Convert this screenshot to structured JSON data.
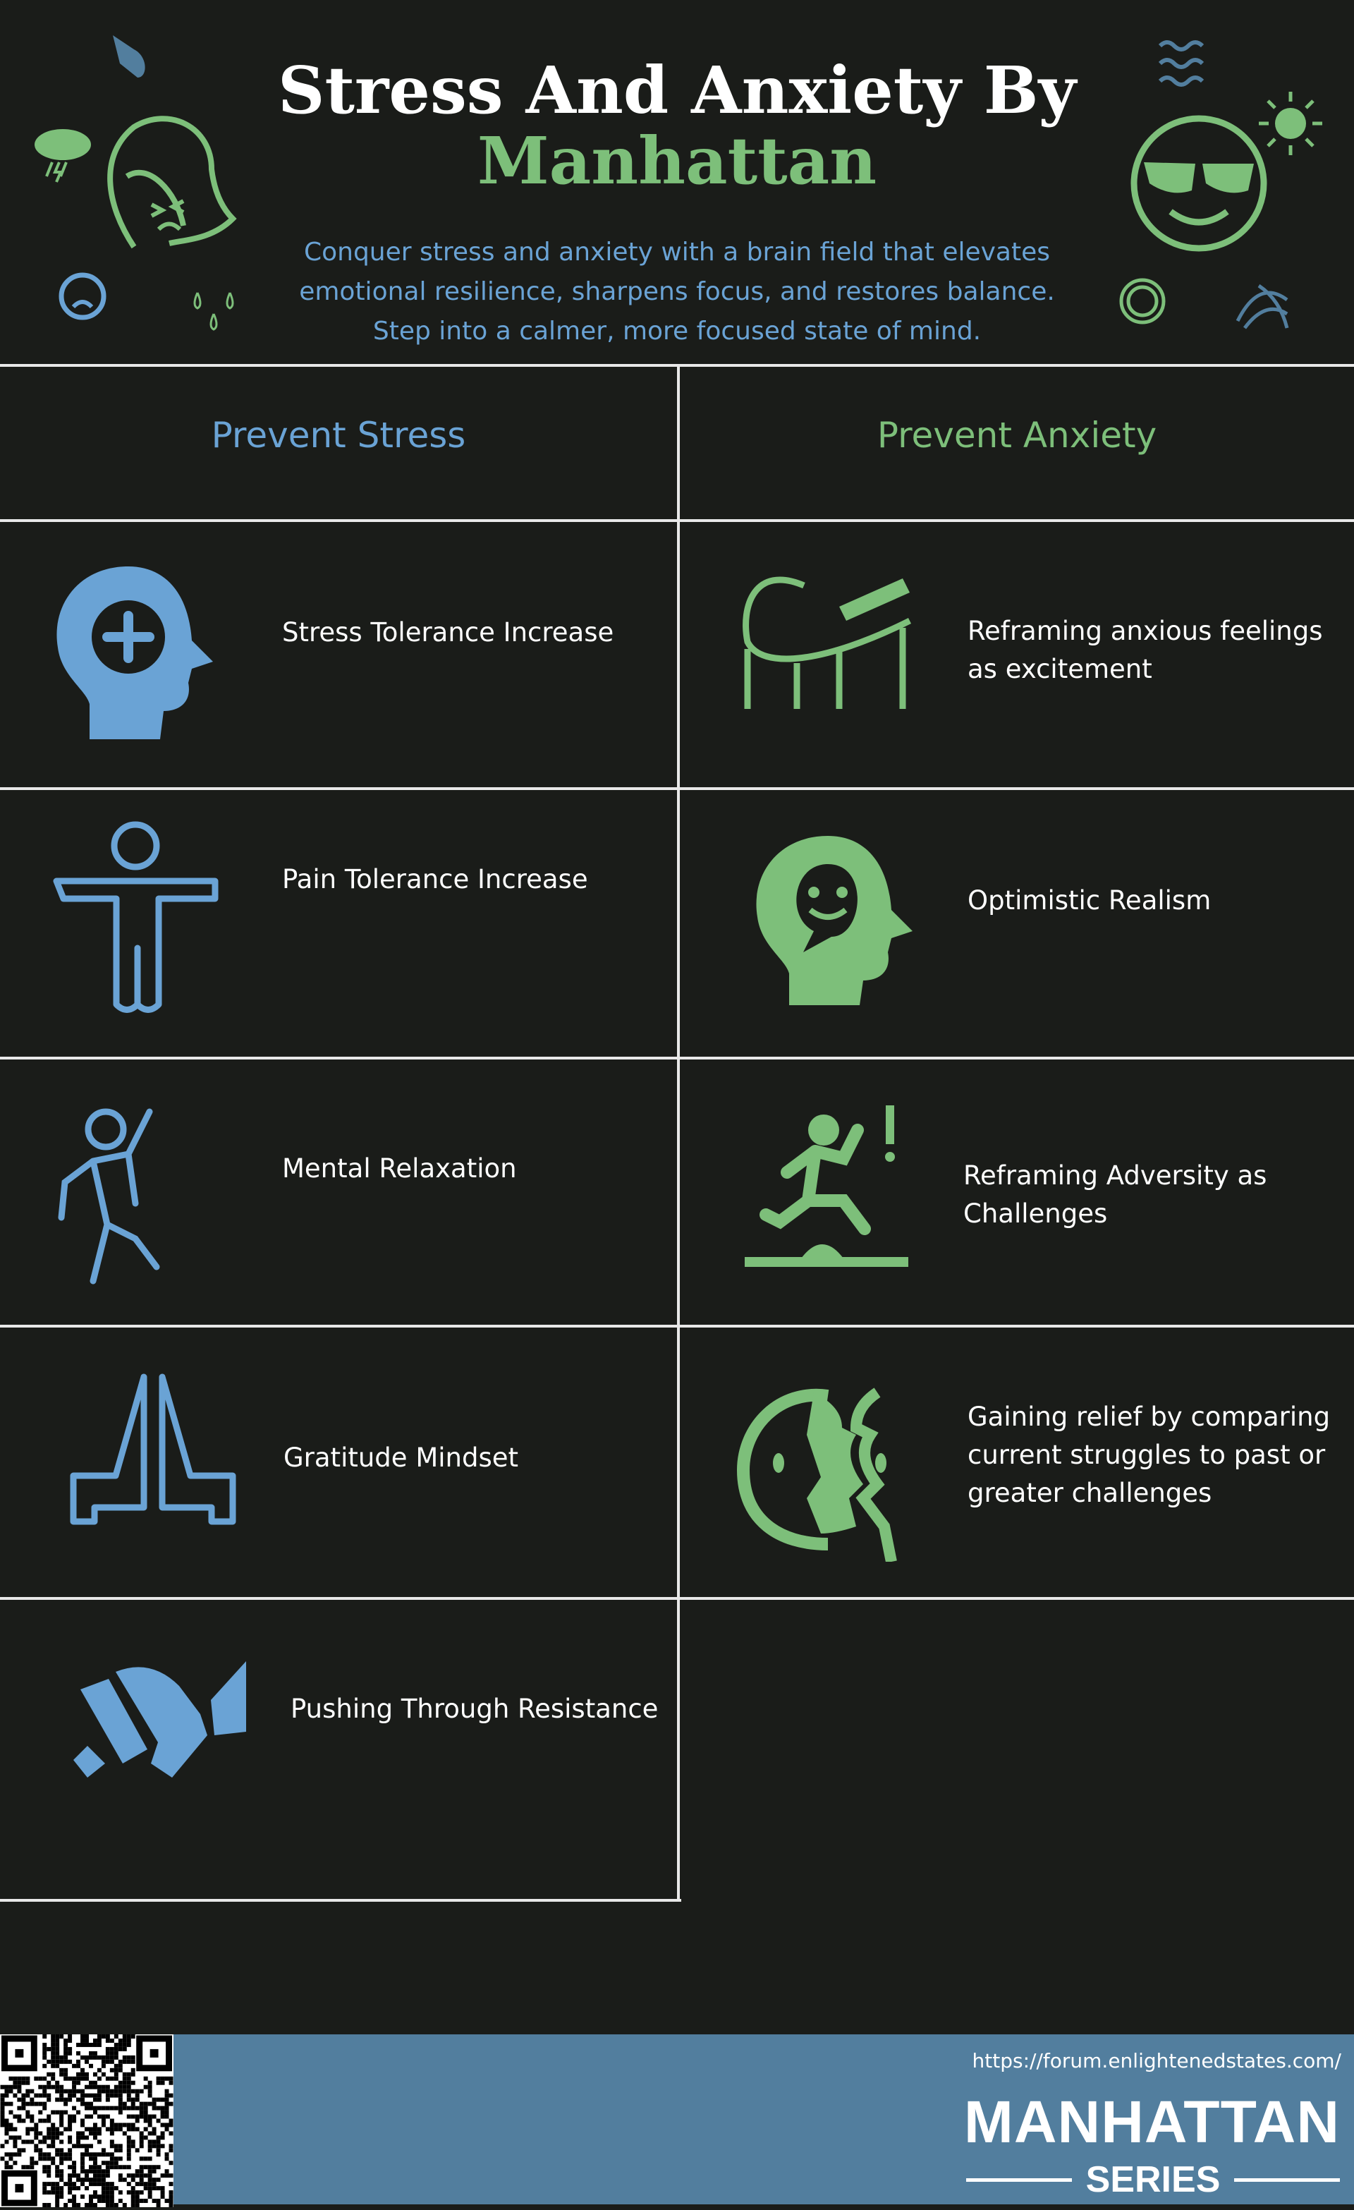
{
  "header": {
    "title_line1": "Stress And Anxiety By",
    "title_line2": "Manhattan",
    "subtitle": "Conquer stress and anxiety with a brain field that elevates emotional resilience, sharpens focus, and restores balance. Step into a calmer, more focused state of mind."
  },
  "columns": {
    "left": "Prevent Stress",
    "right": "Prevent Anxiety"
  },
  "stress_items": [
    {
      "label": "Stress Tolerance Increase",
      "icon": "head-plus-icon"
    },
    {
      "label": "Pain Tolerance Increase",
      "icon": "body-outline-icon"
    },
    {
      "label": "Mental Relaxation",
      "icon": "dancing-person-icon"
    },
    {
      "label": "Gratitude Mindset",
      "icon": "praying-hands-icon"
    },
    {
      "label": "Pushing Through Resistance",
      "icon": "pushing-through-icon"
    }
  ],
  "anxiety_items": [
    {
      "label": "Reframing anxious feelings as excitement",
      "icon": "roller-coaster-icon"
    },
    {
      "label": "Optimistic Realism",
      "icon": "head-smile-icon"
    },
    {
      "label": "Reframing Adversity as Challenges",
      "icon": "runner-hurdle-icon"
    },
    {
      "label": "Gaining relief by comparing current struggles to past or greater challenges",
      "icon": "two-faces-icon"
    }
  ],
  "footer": {
    "url": "https://forum.enlightenedstates.com/",
    "brand": "MANHATTAN",
    "series": "SERIES"
  },
  "colors": {
    "background": "#1a1c19",
    "blue": "#6aa3d5",
    "green": "#7dbf7a",
    "footer": "#527e9e"
  }
}
